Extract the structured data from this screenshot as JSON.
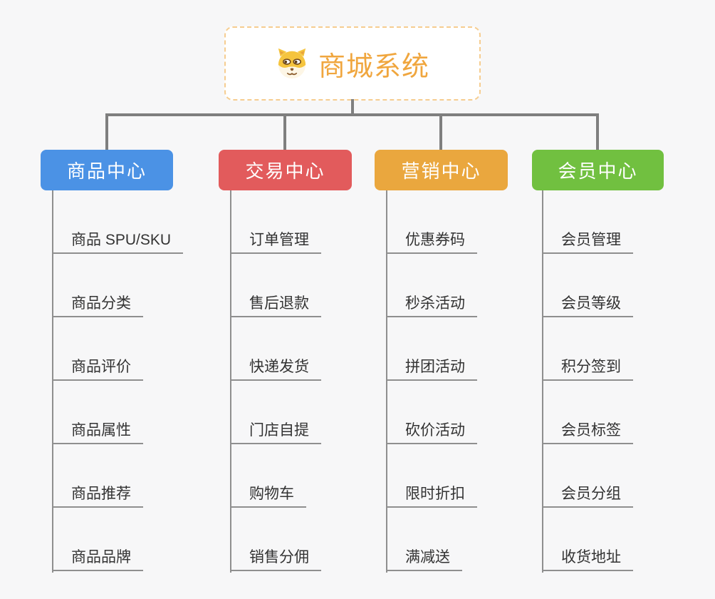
{
  "root": {
    "title": "商城系统",
    "icon": "shiba-dog-icon"
  },
  "branches": [
    {
      "label": "商品中心",
      "color": "#4b92e5",
      "items": [
        "商品 SPU/SKU",
        "商品分类",
        "商品评价",
        "商品属性",
        "商品推荐",
        "商品品牌"
      ]
    },
    {
      "label": "交易中心",
      "color": "#e25b5c",
      "items": [
        "订单管理",
        "售后退款",
        "快递发货",
        "门店自提",
        "购物车",
        "销售分佣"
      ]
    },
    {
      "label": "营销中心",
      "color": "#eaa73e",
      "items": [
        "优惠券码",
        "秒杀活动",
        "拼团活动",
        "砍价活动",
        "限时折扣",
        "满减送"
      ]
    },
    {
      "label": "会员中心",
      "color": "#71c040",
      "items": [
        "会员管理",
        "会员等级",
        "积分签到",
        "会员标签",
        "会员分组",
        "收货地址"
      ]
    }
  ],
  "palette": {
    "root_text": "#f0a63e",
    "root_border": "#f6cd90",
    "connector": "#7f7f7f",
    "leaf_line": "#8f8f8f",
    "leaf_text": "#333333",
    "background": "#f7f7f8"
  }
}
